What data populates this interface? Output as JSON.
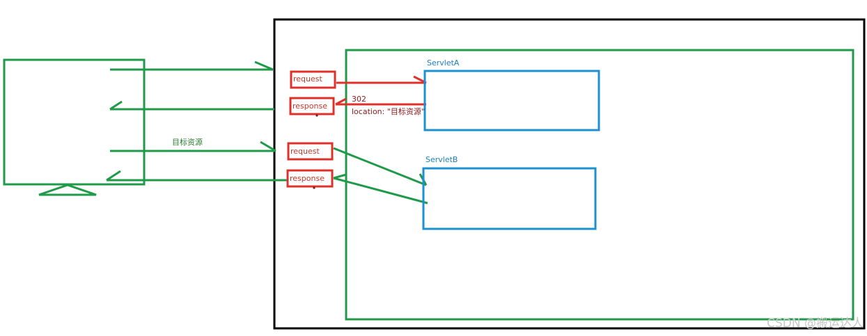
{
  "colors": {
    "green": "#1f9a48",
    "black": "#000000",
    "red": "#e0302a",
    "blue": "#1e90d0",
    "label_red": "#c0392b",
    "label_blue": "#1a7fbf"
  },
  "left_flow": {
    "target_resource_label": "目标资源"
  },
  "first_request": {
    "request_label": "request",
    "response_label": "response",
    "status_code": "302",
    "location_header": "location: \"目标资源\""
  },
  "second_request": {
    "request_label": "request",
    "response_label": "response"
  },
  "servlets": {
    "servlet_a": "ServletA",
    "servlet_b": "ServletB"
  },
  "watermark": "CSDN @搬运达人"
}
